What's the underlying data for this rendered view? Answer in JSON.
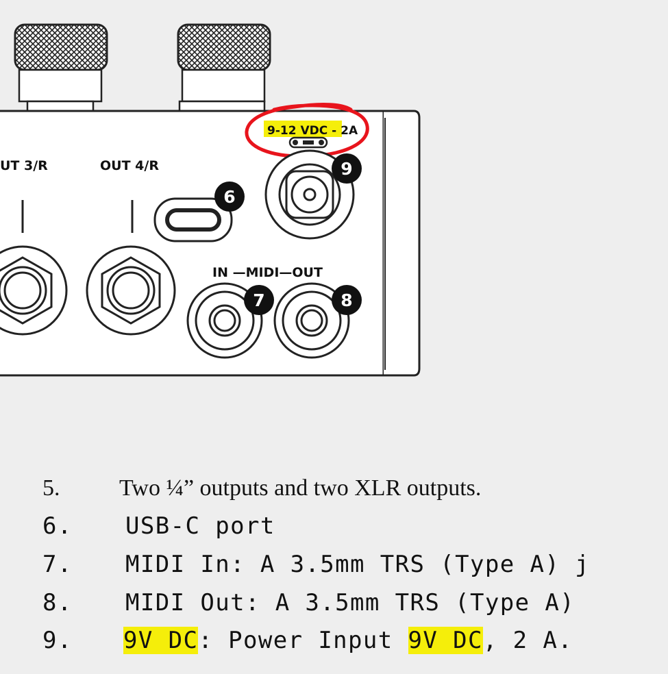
{
  "colors": {
    "background": "#eeeeee",
    "highlight": "#f5ee0a",
    "circle_annotation": "#e8141c",
    "badge": "#111111"
  },
  "device": {
    "port_labels": {
      "out3": "UT 3/R",
      "out4": "OUT 4/R",
      "midi": "IN —MIDI—OUT",
      "power_voltage": "9-12 VDC",
      "power_current": " - 2A"
    },
    "badges": [
      "6",
      "9",
      "7",
      "8"
    ],
    "icons": [
      "knurled-knob-icon",
      "usb-c-port-icon",
      "dc-jack-icon",
      "midi-jack-icon",
      "quarter-inch-jack-icon",
      "polarity-icon"
    ]
  },
  "list": [
    {
      "num": "5.",
      "segments": [
        {
          "text": "Two ¼” outputs and two XLR outputs.",
          "highlight": false
        }
      ]
    },
    {
      "num": "6.",
      "segments": [
        {
          "text": "USB-C port",
          "highlight": false
        }
      ]
    },
    {
      "num": "7.",
      "segments": [
        {
          "text": "MIDI In: A 3.5mm TRS (Type A) j",
          "highlight": false
        }
      ]
    },
    {
      "num": "8.",
      "segments": [
        {
          "text": "MIDI Out: A 3.5mm TRS (Type A)",
          "highlight": false
        }
      ]
    },
    {
      "num": "9.",
      "segments": [
        {
          "text": "9V DC",
          "highlight": true
        },
        {
          "text": ": Power Input ",
          "highlight": false
        },
        {
          "text": "9V DC",
          "highlight": true
        },
        {
          "text": ", 2 A.",
          "highlight": false
        }
      ]
    }
  ]
}
